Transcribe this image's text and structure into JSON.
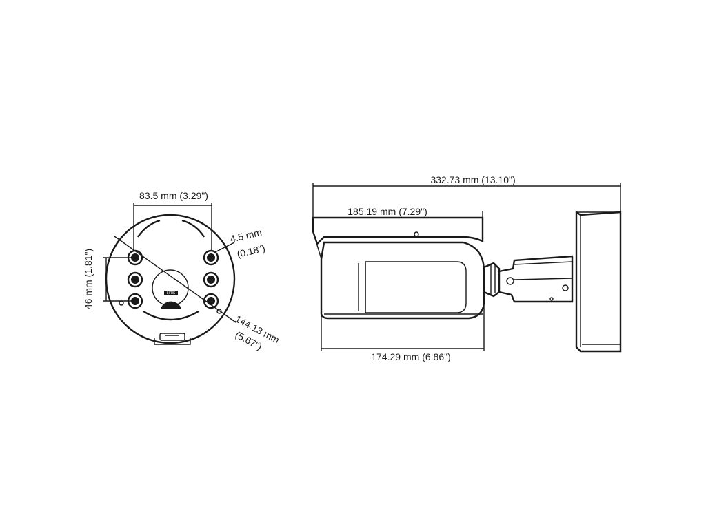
{
  "front_view": {
    "width_label": "83.5 mm (3.29\")",
    "hole_label_mm": "4.5 mm",
    "hole_label_in": "(0.18\")",
    "height_label": "46 mm (1.81\")",
    "diag_label_mm": "144.13 mm",
    "diag_label_in": "(5.67\")",
    "badge_text": "LIRIS"
  },
  "side_view": {
    "total_length_label": "332.73 mm (13.10\")",
    "housing_length_label": "185.19 mm (7.29\")",
    "body_length_label": "174.29 mm (6.86\")"
  }
}
